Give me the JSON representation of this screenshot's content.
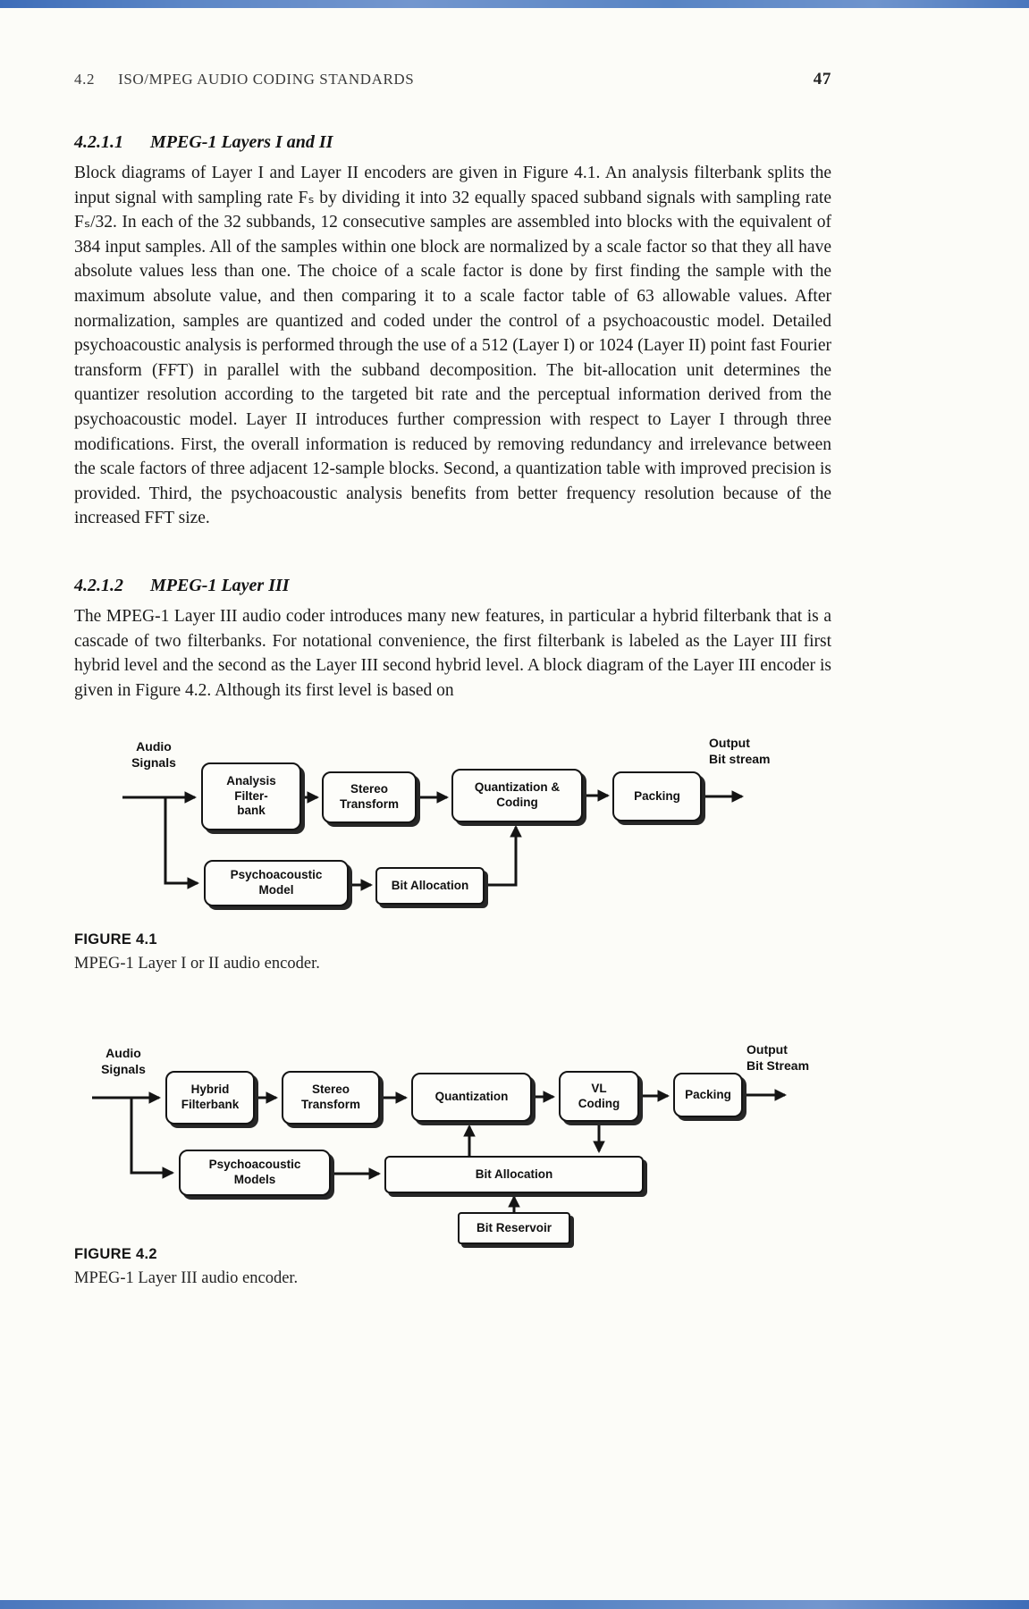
{
  "header": {
    "section_number": "4.2",
    "title": "ISO/MPEG AUDIO CODING STANDARDS",
    "page_number": "47"
  },
  "sections": [
    {
      "number": "4.2.1.1",
      "title": "MPEG-1 Layers I and II",
      "body": "Block diagrams of Layer I and Layer II encoders are given in Figure 4.1. An analysis filterbank splits the input signal with sampling rate Fₛ by dividing it into 32 equally spaced subband signals with sampling rate Fₛ/32. In each of the 32 subbands, 12 consecutive samples are assembled into blocks with the equivalent of 384 input samples. All of the samples within one block are normalized by a scale factor so that they all have absolute values less than one. The choice of a scale factor is done by first finding the sample with the maximum absolute value, and then comparing it to a scale factor table of 63 allowable values. After normalization, samples are quantized and coded under the control of a psychoacoustic model. Detailed psychoacoustic analysis is performed through the use of a 512 (Layer I) or 1024 (Layer II) point fast Fourier transform (FFT) in parallel with the subband decomposition. The bit-allocation unit determines the quantizer resolution according to the targeted bit rate and the perceptual information derived from the psychoacoustic model. Layer II introduces further compression with respect to Layer I through three modifications. First, the overall information is reduced by removing redundancy and irrelevance between the scale factors of three adjacent 12-sample blocks. Second, a quantization table with improved precision is provided. Third, the psychoacoustic analysis benefits from better frequency resolution because of the increased FFT size."
    },
    {
      "number": "4.2.1.2",
      "title": "MPEG-1 Layer III",
      "body": "The MPEG-1 Layer III audio coder introduces many new features, in particular a hybrid filterbank that is a cascade of two filterbanks. For notational convenience, the first filterbank is labeled as the Layer III first hybrid level and the second as the Layer III second hybrid level. A block diagram of the Layer III encoder is given in Figure 4.2. Although its first level is based on"
    }
  ],
  "figure1": {
    "input_label": "Audio\nSignals",
    "output_label": "Output\nBit stream",
    "boxes": {
      "analysis": "Analysis\nFilter-\nbank",
      "stereo": "Stereo\nTransform",
      "quant": "Quantization &\nCoding",
      "packing": "Packing",
      "psycho": "Psychoacoustic\nModel",
      "bitalloc": "Bit Allocation"
    },
    "caption_label": "FIGURE 4.1",
    "caption_text": "MPEG-1 Layer I or II audio encoder."
  },
  "figure2": {
    "input_label": "Audio\nSignals",
    "output_label": "Output\nBit Stream",
    "boxes": {
      "hybrid": "Hybrid\nFilterbank",
      "stereo": "Stereo\nTransform",
      "quant": "Quantization",
      "vl": "VL\nCoding",
      "packing": "Packing",
      "psycho": "Psychoacoustic\nModels",
      "bitalloc": "Bit Allocation",
      "reservoir": "Bit Reservoir"
    },
    "caption_label": "FIGURE 4.2",
    "caption_text": "MPEG-1 Layer III audio encoder."
  }
}
